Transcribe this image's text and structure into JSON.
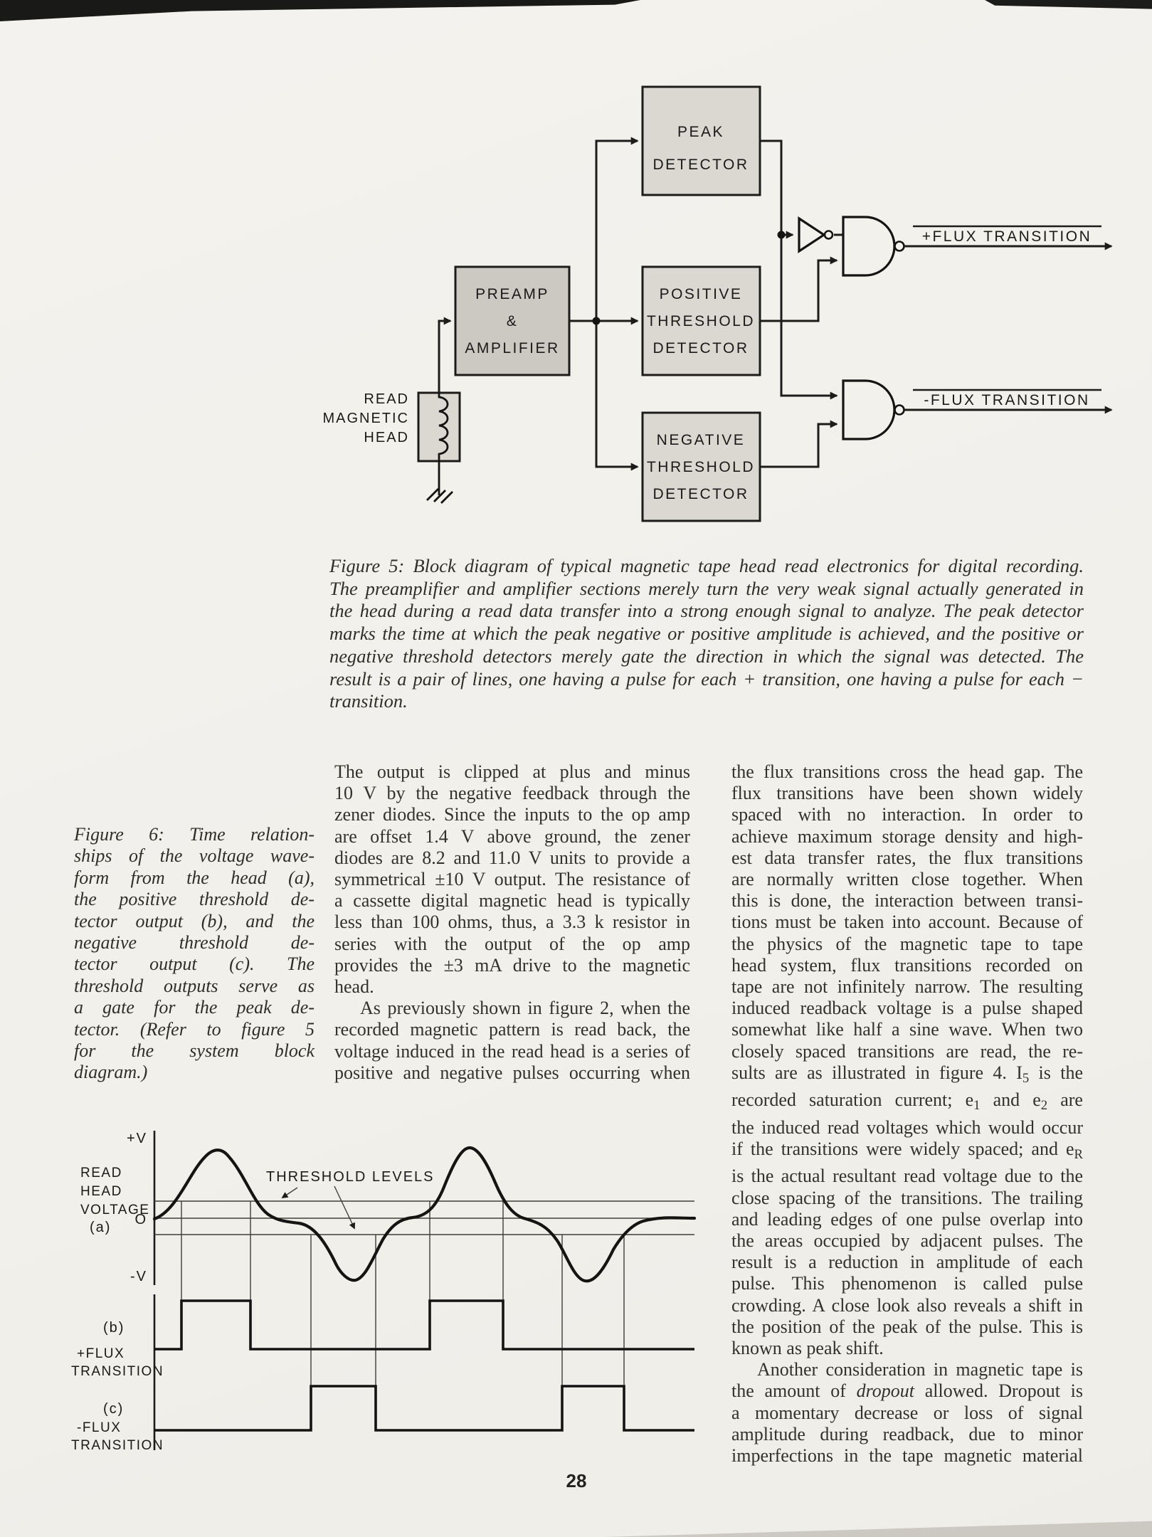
{
  "page": {
    "number": "28"
  },
  "colors": {
    "paper": "#f3f1ec",
    "ink": "#1d1c1a",
    "box_fill": "#dbd8d2",
    "preamp_fill": "#ccc9c3"
  },
  "fig5": {
    "boxes": {
      "peak": [
        "PEAK",
        "DETECTOR"
      ],
      "preamp": [
        "PREAMP",
        "&",
        "AMPLIFIER"
      ],
      "positive": [
        "POSITIVE",
        "THRESHOLD",
        "DETECTOR"
      ],
      "negative": [
        "NEGATIVE",
        "THRESHOLD",
        "DETECTOR"
      ]
    },
    "head_label": [
      "READ",
      "MAGNETIC",
      "HEAD"
    ],
    "output_plus": "+FLUX TRANSITION",
    "output_minus": "-FLUX TRANSITION",
    "caption": [
      {
        "indent": false,
        "cont": false,
        "lines": [
          "Figure 5: Block diagram of typical magnetic tape head read electronics for digital recording.",
          "The preamplifier and amplifier sections merely turn the very weak signal actually generated in",
          "the head during a read data transfer into a strong enough signal to analyze. The peak detector",
          "marks the time at which the peak negative or positive amplitude is achieved, and the positive or",
          "negative threshold detectors merely gate the direction in which the signal was detected. The",
          "result is a pair of lines, one having a pulse for each + transition, one having a pulse for each −",
          "transition."
        ]
      }
    ]
  },
  "fig6": {
    "axis": {
      "plus_v": "+V",
      "zero": "O",
      "minus_v": "-V"
    },
    "read_head_label": [
      "READ",
      "HEAD",
      "VOLTAGE"
    ],
    "trace_a": "(a)",
    "trace_b": "(b)",
    "trace_c": "(c)",
    "threshold_label": "THRESHOLD  LEVELS",
    "b_label": [
      "+FLUX",
      "TRANSITION"
    ],
    "c_label": [
      "-FLUX",
      "TRANSITION"
    ],
    "caption": [
      {
        "indent": false,
        "cont": false,
        "lines": [
          "Figure 6: Time relation-",
          "ships of the voltage wave-",
          "form from the head (a),",
          "the positive threshold de-",
          "tector output (b), and the",
          "negative threshold de-",
          "tector output (c). The",
          "threshold outputs serve as",
          "a gate for the peak de-",
          "tector. (Refer to figure 5",
          "for the system block",
          "diagram.)"
        ]
      }
    ]
  },
  "body": {
    "col1": [
      {
        "indent": false,
        "cont": false,
        "lines": [
          "The output is clipped at plus and minus",
          "10 V by the negative feedback through the",
          "zener diodes. Since the inputs to the op amp",
          "are offset 1.4 V above ground, the zener",
          "diodes are 8.2 and 11.0 V units to provide a",
          "symmetrical ±10 V output. The resistance of",
          "a cassette digital magnetic head is typically",
          "less than 100 ohms, thus, a 3.3 k resistor in",
          "series with the output of the op amp",
          "provides the ±3 mA drive to the magnetic",
          "head."
        ]
      },
      {
        "indent": true,
        "cont": true,
        "lines": [
          "As previously shown in figure 2, when the",
          "recorded magnetic pattern is read back, the",
          "voltage induced in the read head is a series of",
          "positive and negative pulses occurring when"
        ]
      }
    ],
    "col2": [
      {
        "indent": false,
        "cont": false,
        "lines": [
          "the flux transitions cross the head gap. The",
          "flux transitions have been shown widely",
          "spaced with no interaction. In order to",
          "achieve maximum storage density and high-",
          "est data transfer rates, the flux transitions",
          "are normally written close together. When",
          "this is done, the interaction between transi-",
          "tions must be taken into account. Because of",
          "the physics of the magnetic tape to tape",
          "head system, flux transitions recorded on",
          "tape are not infinitely narrow. The resulting",
          "induced readback voltage is a pulse shaped",
          "somewhat like half a sine wave. When two",
          "closely spaced transitions are read, the re-",
          "sults are as illustrated in figure 4. I<sub>5</sub> is the",
          "recorded saturation current; e<sub>1</sub> and e<sub>2</sub> are",
          "the induced read voltages which would occur",
          "if the transitions were widely spaced; and e<sub>R</sub>",
          "is the actual resultant read voltage due to the",
          "close spacing of the transitions. The trailing",
          "and leading edges of one pulse overlap into",
          "the areas occupied by adjacent pulses. The",
          "result is a reduction in amplitude of each",
          "pulse. This phenomenon is called pulse",
          "crowding. A close look also reveals a shift in",
          "the position of the peak of the pulse. This is",
          "known as peak shift."
        ]
      },
      {
        "indent": true,
        "cont": true,
        "lines": [
          "Another consideration in magnetic tape is",
          "the amount of <i>dropout</i> allowed. Dropout is",
          "a momentary decrease or loss of signal",
          "amplitude during readback, due to minor",
          "imperfections in the tape magnetic material"
        ]
      }
    ]
  }
}
